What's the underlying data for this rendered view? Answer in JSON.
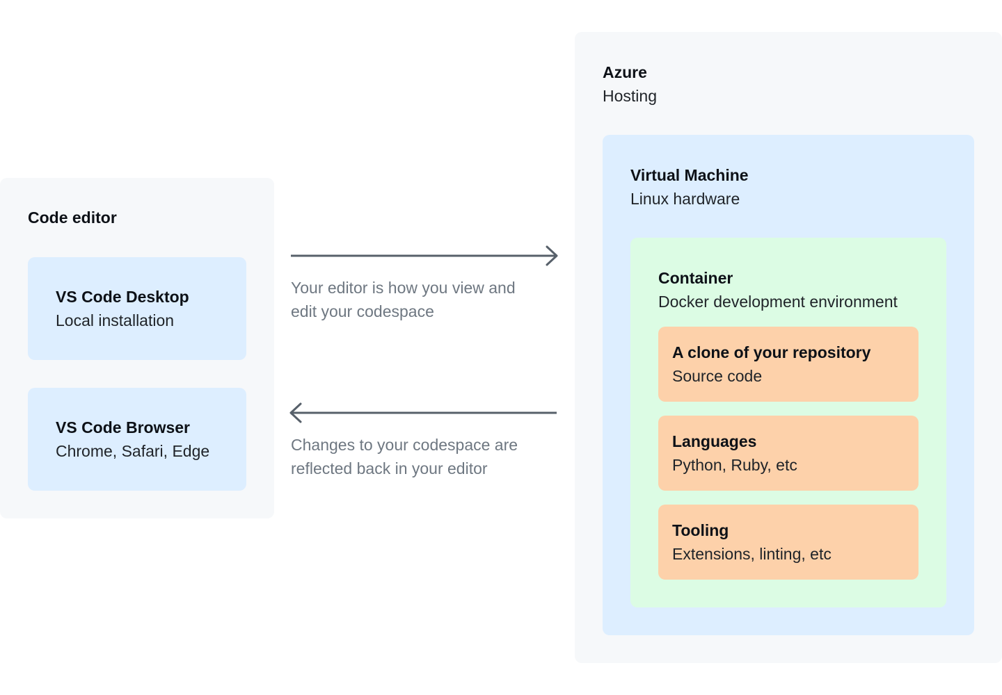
{
  "colors": {
    "outer_panel": "#f6f8fa",
    "blue_box": "#ddeeff",
    "green_box": "#dcfce4",
    "orange_box": "#fdd1aa",
    "arrow": "#57606a",
    "caption": "#6e7781"
  },
  "editor": {
    "title": "Code editor",
    "desktop": {
      "title": "VS Code Desktop",
      "subtitle": "Local installation"
    },
    "browser": {
      "title": "VS Code Browser",
      "subtitle": "Chrome, Safari, Edge"
    }
  },
  "arrows": {
    "forward": {
      "caption_line1": "Your editor is how you view and",
      "caption_line2": "edit your codespace"
    },
    "back": {
      "caption_line1": "Changes to your codespace are",
      "caption_line2": "reflected back in your editor"
    }
  },
  "azure": {
    "title": "Azure",
    "subtitle": "Hosting",
    "vm": {
      "title": "Virtual Machine",
      "subtitle": "Linux hardware",
      "container": {
        "title": "Container",
        "subtitle": "Docker development environment",
        "items": [
          {
            "title": "A clone of your repository",
            "subtitle": "Source code"
          },
          {
            "title": "Languages",
            "subtitle": "Python, Ruby, etc"
          },
          {
            "title": "Tooling",
            "subtitle": "Extensions, linting, etc"
          }
        ]
      }
    }
  }
}
